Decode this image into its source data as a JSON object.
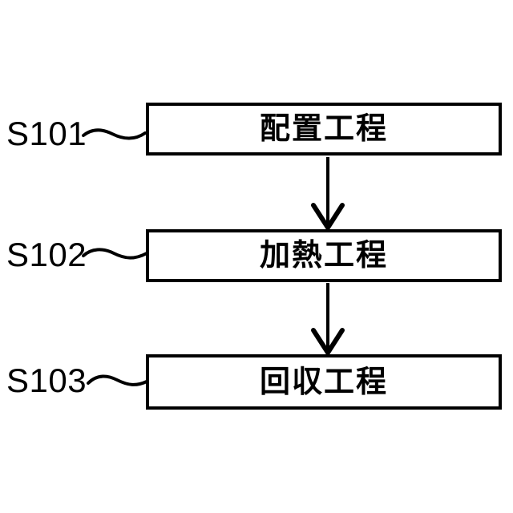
{
  "figure": {
    "type": "flowchart",
    "background_color": "#ffffff",
    "line_color": "#000000",
    "steps": [
      {
        "id": "S101",
        "label": "配置工程"
      },
      {
        "id": "S102",
        "label": "加熱工程"
      },
      {
        "id": "S103",
        "label": "回収工程"
      }
    ],
    "connectors": [
      {
        "from": "S101",
        "to": "S102",
        "type": "arrow-down"
      },
      {
        "from": "S102",
        "to": "S103",
        "type": "arrow-down"
      }
    ]
  }
}
